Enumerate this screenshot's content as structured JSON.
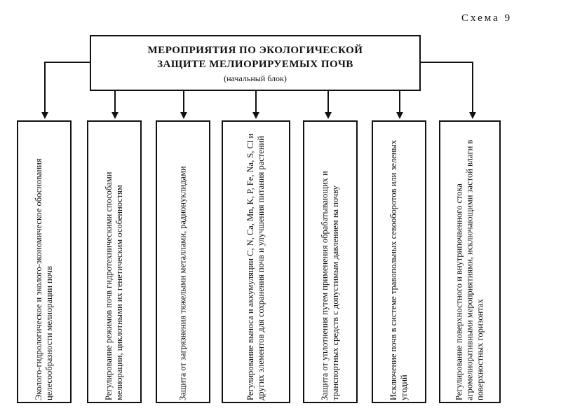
{
  "scheme_label": "Схема 9",
  "root": {
    "title": "МЕРОПРИЯТИЯ ПО ЭКОЛОГИЧЕСКОЙ ЗАЩИТЕ МЕЛИОРИРУЕМЫХ ПОЧВ",
    "subtitle": "(начальный блок)"
  },
  "children": [
    {
      "text": "Эколого-гидрологическое и эколого-экономическое обоснования целесообразности мелиорации почв"
    },
    {
      "text": "Регулирование режимов почв гидротехническими способами мелиорации, циклотными их генетическим особенностям"
    },
    {
      "text": "Защита от загрязнения тяжелыми металлами, радионуклидами"
    },
    {
      "text": "Регулирование выноса и аккумуляции C, N, Ca, Mn, K, P, Fe, Na, S, Cl и других элементов для сохранения почв и улучшения питания растений"
    },
    {
      "text": "Защита от уплотнения путем применения обрабатывающих и транспортных средств с допустимым давлением на почву"
    },
    {
      "text": "Исключение почв в системе травопольных севооборотов или зеленых угодий"
    },
    {
      "text": "Регулирование поверхностного и внутрипочвенного стока агромелиоративными мероприятиями, исключающими застой влаги в поверхностных горизонтах"
    }
  ]
}
